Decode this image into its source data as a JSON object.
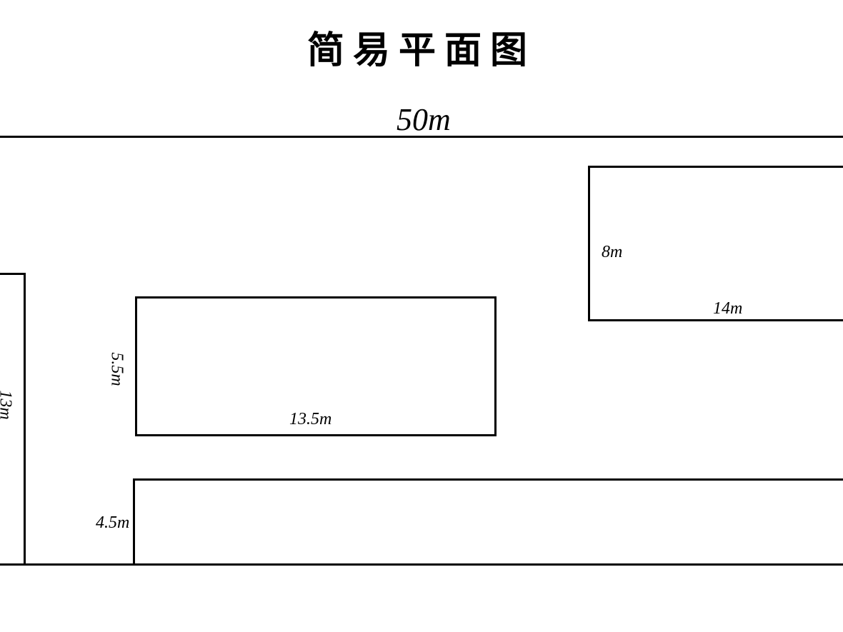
{
  "title": "简易平面图",
  "colors": {
    "stroke": "#000000",
    "background": "#ffffff"
  },
  "site": {
    "width_label": "50m"
  },
  "buildings": [
    {
      "id": "left-strip",
      "height_label": "13m"
    },
    {
      "id": "center-block",
      "width_label": "13.5m",
      "height_label": "5.5m"
    },
    {
      "id": "top-right-block",
      "width_label": "14m",
      "height_label": "8m"
    },
    {
      "id": "bottom-strip",
      "height_label": "4.5m"
    }
  ]
}
